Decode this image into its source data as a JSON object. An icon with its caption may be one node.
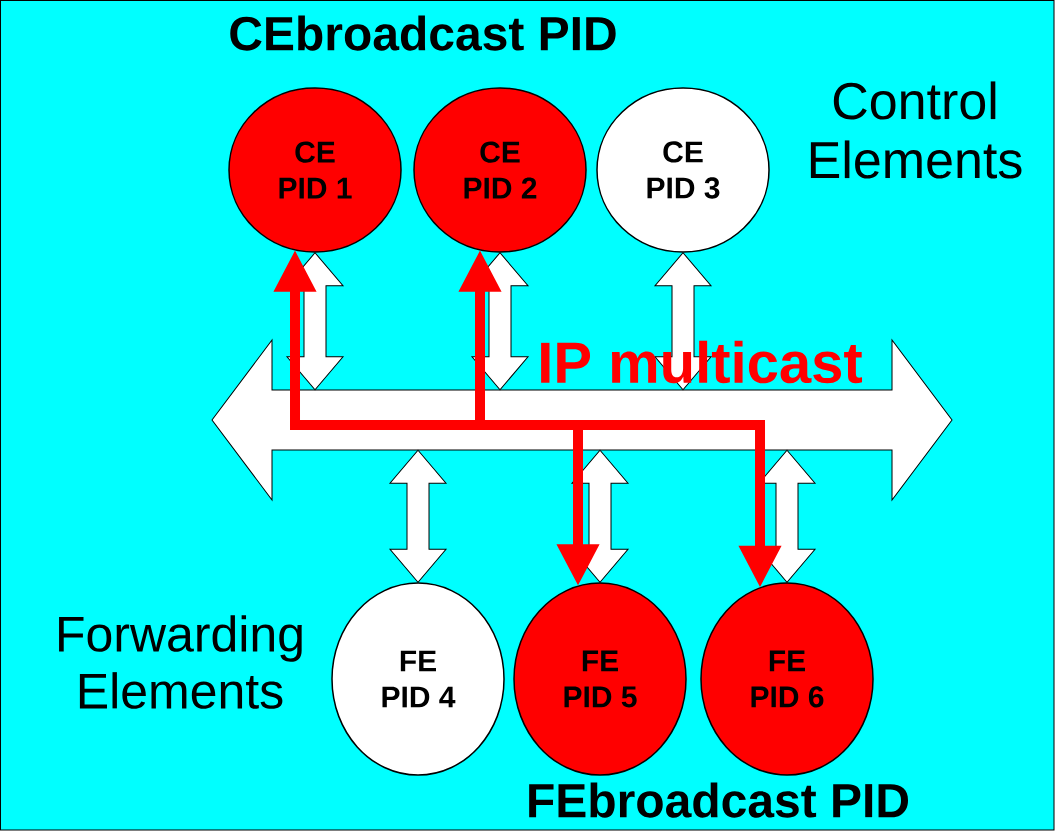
{
  "diagram": {
    "nodes": [
      {
        "text": [
          "CE PID 1"
        ]
      },
      {
        "text": [
          "CE PID 2"
        ]
      },
      {
        "text": [
          "CE PID 3"
        ]
      },
      {
        "text": [
          "FE PID 4"
        ]
      },
      {
        "text": [
          "FE PID 5"
        ]
      },
      {
        "text": [
          "FE PID 6"
        ]
      },
      {
        "text": [],
        "shape": "bar"
      }
    ],
    "edges": [
      {
        "from": 0,
        "to": 6,
        "arrow": "both"
      },
      {
        "from": 1,
        "to": 6,
        "arrow": "both"
      },
      {
        "from": 2,
        "to": 6,
        "arrow": "both"
      },
      {
        "from": 6,
        "to": 3,
        "arrow": "both"
      },
      {
        "from": 6,
        "to": 4,
        "arrow": "both"
      },
      {
        "from": 6,
        "to": 5,
        "arrow": "both"
      },
      {
        "from": 6,
        "to": 0,
        "arrow": "to",
        "color": "#ff0000"
      },
      {
        "from": 6,
        "to": 1,
        "arrow": "to",
        "color": "#ff0000"
      },
      {
        "from": 6,
        "to": 4,
        "arrow": "to",
        "color": "#ff0000"
      },
      {
        "from": 6,
        "to": 5,
        "arrow": "to",
        "color": "#ff0000"
      }
    ],
    "labels": [
      "CEbroadcast PID",
      "Control Elements",
      "IP multicast",
      "Forwarding Elements",
      "FEbroadcast PID"
    ]
  }
}
